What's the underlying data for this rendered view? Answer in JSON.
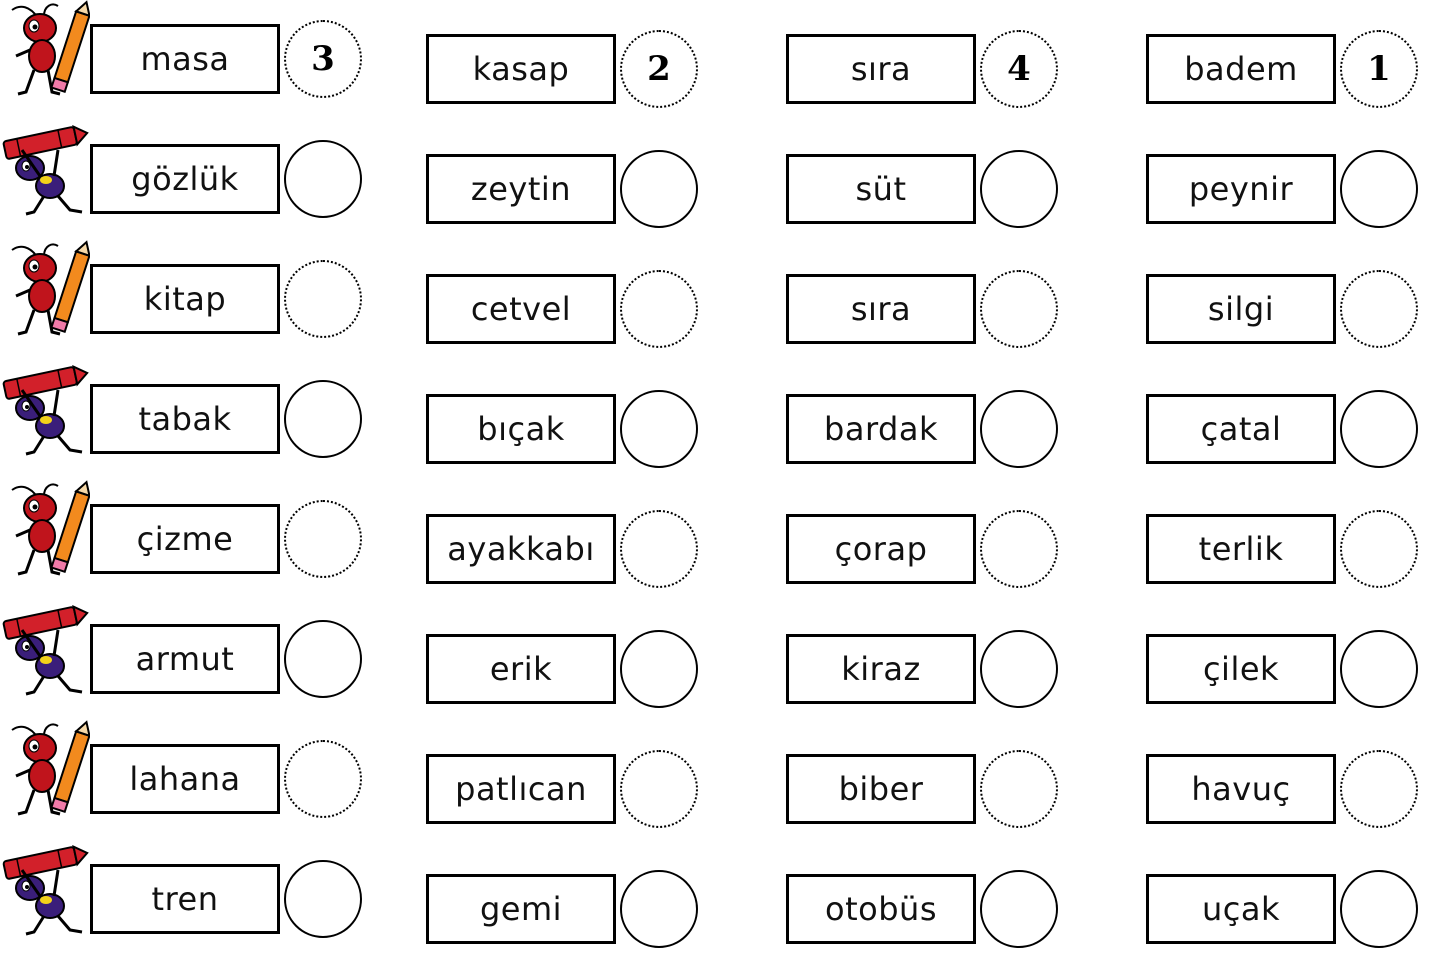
{
  "columns": [
    {
      "rows": [
        {
          "word": "masa",
          "answer": "3",
          "style": "dotted"
        },
        {
          "word": "gözlük",
          "answer": "",
          "style": "solid"
        },
        {
          "word": "kitap",
          "answer": "",
          "style": "dotted"
        },
        {
          "word": "tabak",
          "answer": "",
          "style": "solid"
        },
        {
          "word": "çizme",
          "answer": "",
          "style": "dotted"
        },
        {
          "word": "armut",
          "answer": "",
          "style": "solid"
        },
        {
          "word": "lahana",
          "answer": "",
          "style": "dotted"
        },
        {
          "word": "tren",
          "answer": "",
          "style": "solid"
        }
      ]
    },
    {
      "rows": [
        {
          "word": "kasap",
          "answer": "2",
          "style": "dotted"
        },
        {
          "word": "zeytin",
          "answer": "",
          "style": "solid"
        },
        {
          "word": "cetvel",
          "answer": "",
          "style": "dotted"
        },
        {
          "word": "bıçak",
          "answer": "",
          "style": "solid"
        },
        {
          "word": "ayakkabı",
          "answer": "",
          "style": "dotted"
        },
        {
          "word": "erik",
          "answer": "",
          "style": "solid"
        },
        {
          "word": "patlıcan",
          "answer": "",
          "style": "dotted"
        },
        {
          "word": "gemi",
          "answer": "",
          "style": "solid"
        }
      ]
    },
    {
      "rows": [
        {
          "word": "sıra",
          "answer": "4",
          "style": "dotted"
        },
        {
          "word": "süt",
          "answer": "",
          "style": "solid"
        },
        {
          "word": "sıra",
          "answer": "",
          "style": "dotted"
        },
        {
          "word": "bardak",
          "answer": "",
          "style": "solid"
        },
        {
          "word": "çorap",
          "answer": "",
          "style": "dotted"
        },
        {
          "word": "kiraz",
          "answer": "",
          "style": "solid"
        },
        {
          "word": "biber",
          "answer": "",
          "style": "dotted"
        },
        {
          "word": "otobüs",
          "answer": "",
          "style": "solid"
        }
      ]
    },
    {
      "rows": [
        {
          "word": "badem",
          "answer": "1",
          "style": "dotted"
        },
        {
          "word": "peynir",
          "answer": "",
          "style": "solid"
        },
        {
          "word": "silgi",
          "answer": "",
          "style": "dotted"
        },
        {
          "word": "çatal",
          "answer": "",
          "style": "solid"
        },
        {
          "word": "terlik",
          "answer": "",
          "style": "dotted"
        },
        {
          "word": "çilek",
          "answer": "",
          "style": "solid"
        },
        {
          "word": "havuç",
          "answer": "",
          "style": "dotted"
        },
        {
          "word": "uçak",
          "answer": "",
          "style": "solid"
        }
      ]
    }
  ],
  "mascots": [
    "red-ant-pencil-icon",
    "purple-ant-crayon-icon",
    "red-ant-pencil-icon",
    "purple-ant-crayon-icon",
    "red-ant-pencil-icon",
    "purple-ant-crayon-icon",
    "red-ant-pencil-icon",
    "purple-ant-crayon-icon"
  ],
  "colors": {
    "red_ant": "#c0141c",
    "purple_ant": "#3a1e7a",
    "pencil_orange": "#f28a1e",
    "crayon_red": "#d2202a",
    "eraser_pink": "#f07aa8"
  }
}
